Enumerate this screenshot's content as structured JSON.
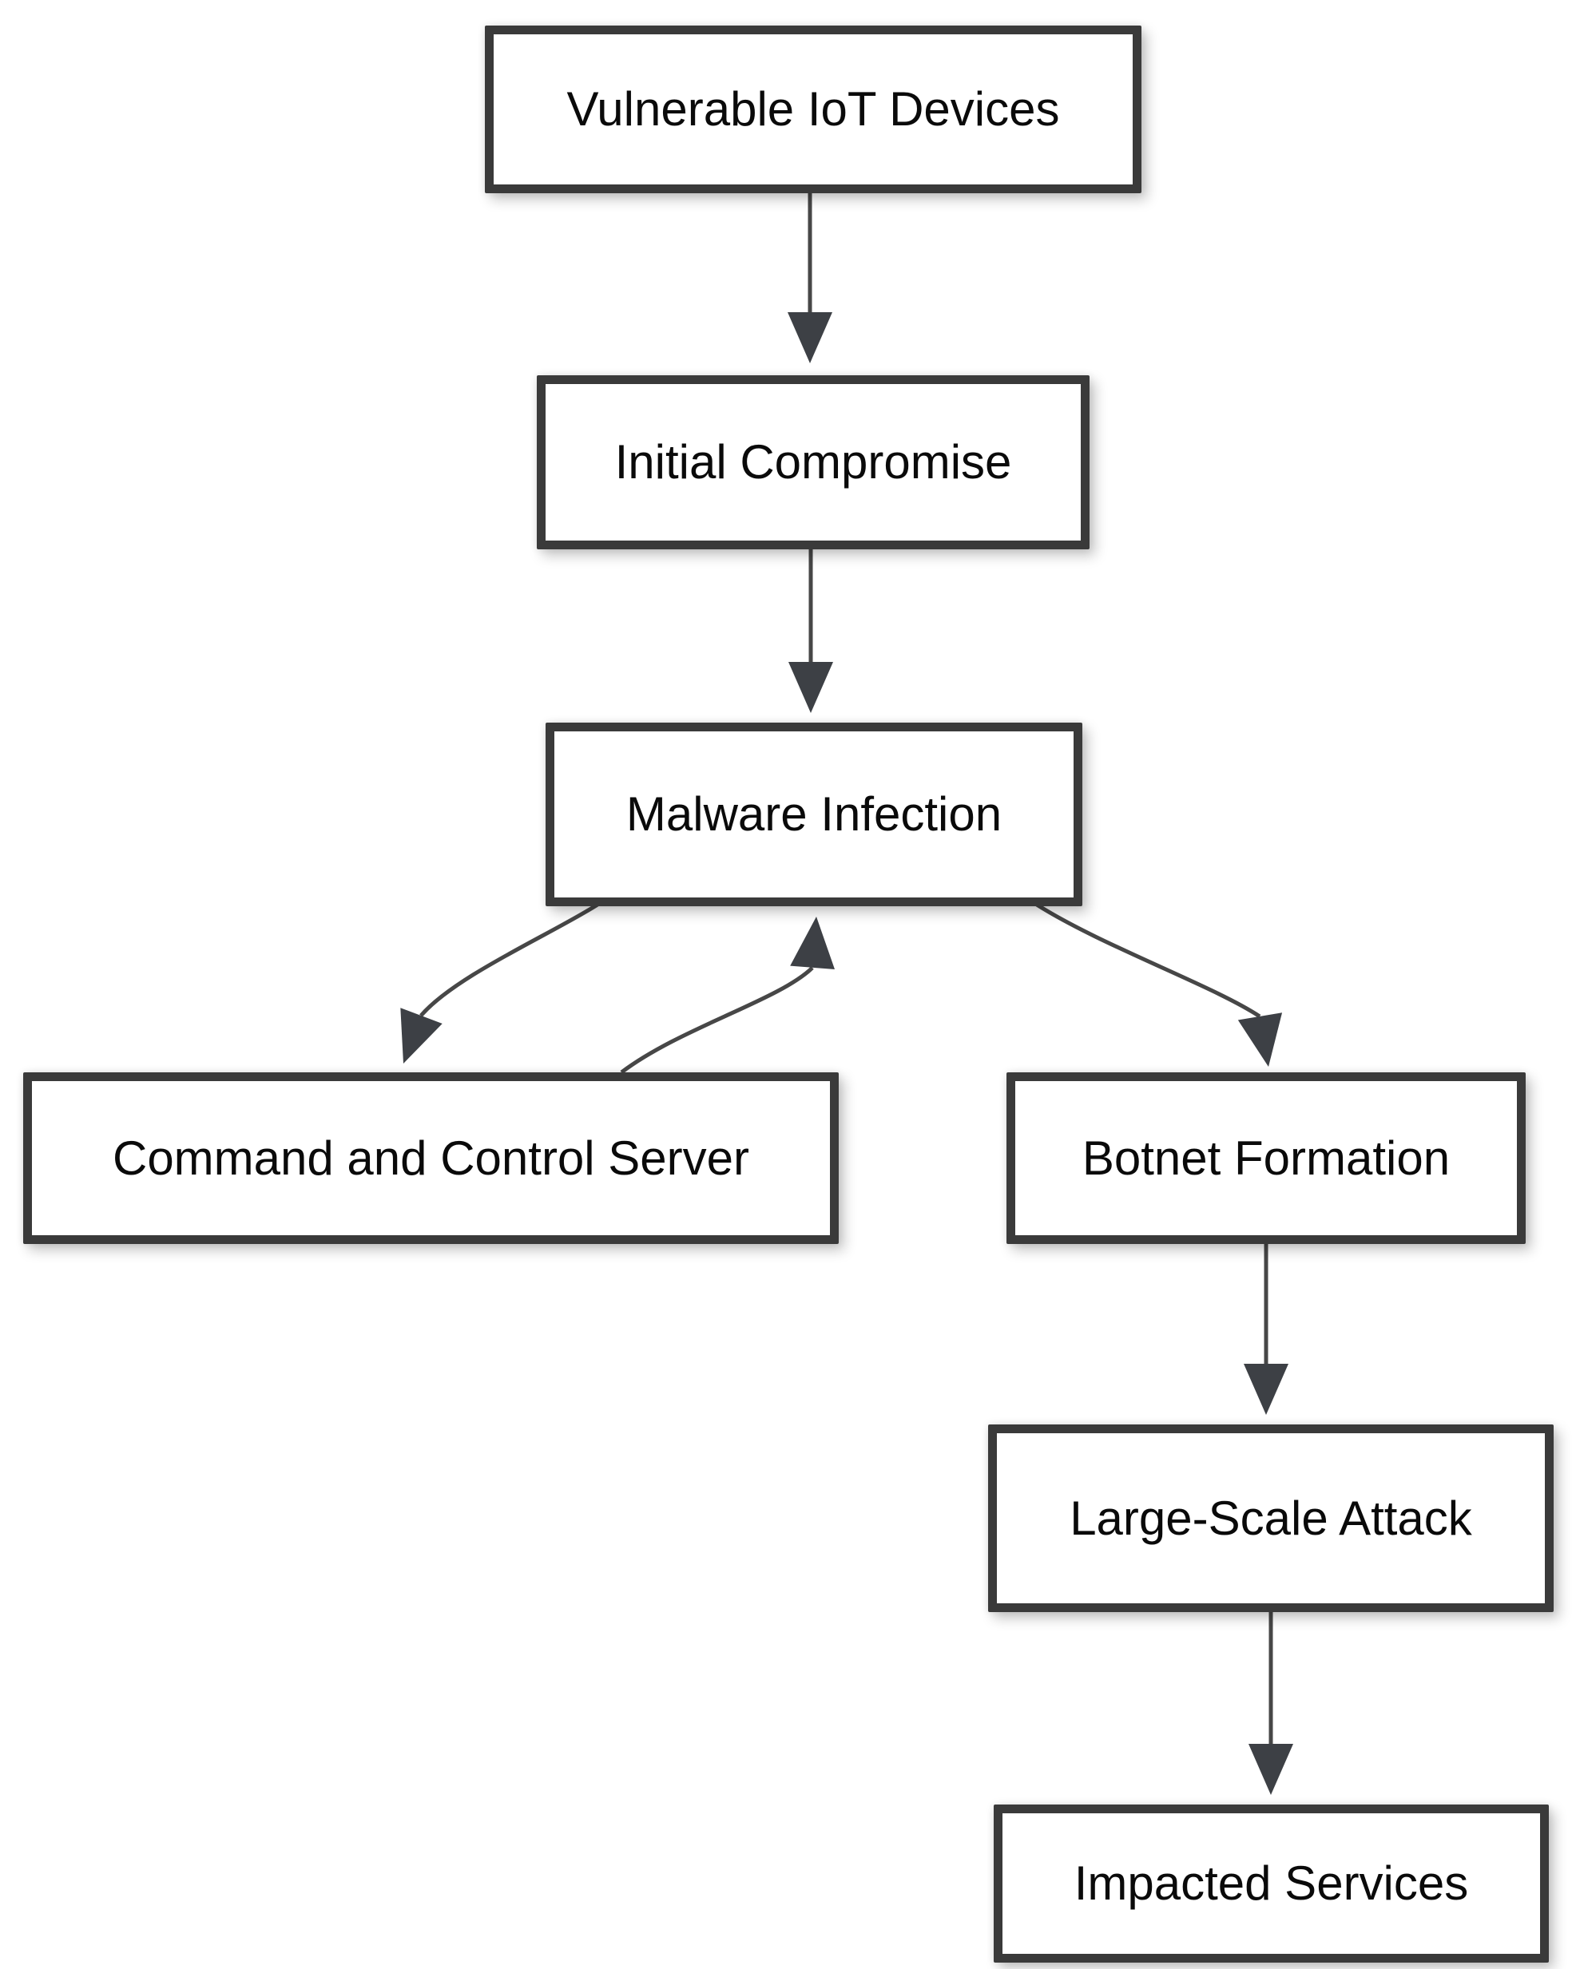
{
  "diagram": {
    "background_color": "#ffffff",
    "node_fill_color": "#ffffff",
    "node_border_color": "#3a3a3a",
    "edge_color": "#474747",
    "arrowhead_color": "#3d4045",
    "text_color": "#0a0a0a",
    "nodes": [
      {
        "id": "vulnerable_iot_devices",
        "label": "Vulnerable IoT Devices"
      },
      {
        "id": "initial_compromise",
        "label": "Initial Compromise"
      },
      {
        "id": "malware_infection",
        "label": "Malware Infection"
      },
      {
        "id": "command_and_control_server",
        "label": "Command and Control Server"
      },
      {
        "id": "botnet_formation",
        "label": "Botnet Formation"
      },
      {
        "id": "large_scale_attack",
        "label": "Large-Scale Attack"
      },
      {
        "id": "impacted_services",
        "label": "Impacted Services"
      }
    ],
    "edges": [
      {
        "from": "vulnerable_iot_devices",
        "to": "initial_compromise"
      },
      {
        "from": "initial_compromise",
        "to": "malware_infection"
      },
      {
        "from": "malware_infection",
        "to": "command_and_control_server"
      },
      {
        "from": "command_and_control_server",
        "to": "malware_infection"
      },
      {
        "from": "malware_infection",
        "to": "botnet_formation"
      },
      {
        "from": "botnet_formation",
        "to": "large_scale_attack"
      },
      {
        "from": "large_scale_attack",
        "to": "impacted_services"
      }
    ]
  }
}
